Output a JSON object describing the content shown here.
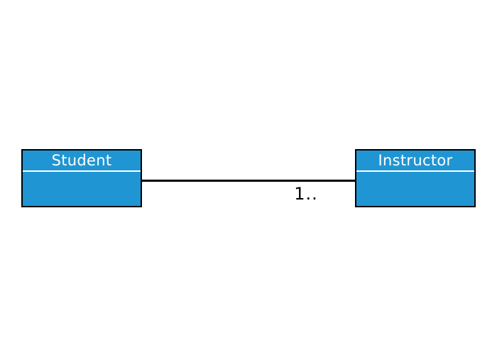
{
  "colors": {
    "background": "#ffffff",
    "entity_fill": "#2095d3",
    "entity_border": "#000000",
    "divider": "#ffffff",
    "title_text": "#ffffff",
    "connector": "#000000",
    "label_text": "#000000"
  },
  "diagram": {
    "classes": [
      {
        "title": "Student"
      },
      {
        "title": "Instructor"
      }
    ],
    "association": {
      "from": "Student",
      "to": "Instructor",
      "multiplicity_label": "1.."
    }
  }
}
